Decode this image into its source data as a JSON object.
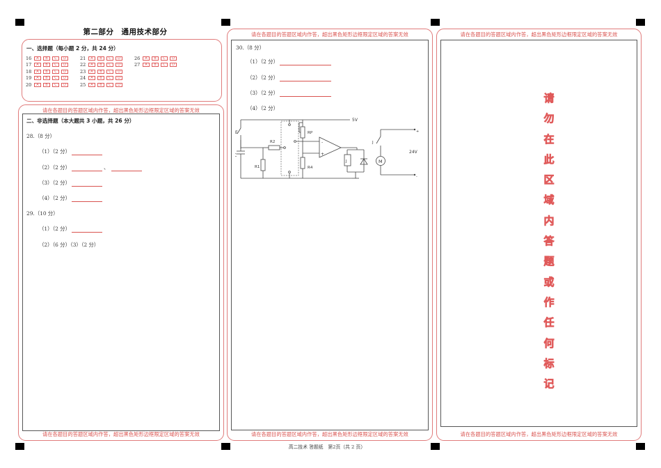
{
  "page": {
    "title": "第二部分　通用技术部分",
    "warning": "请在各题目的答题区域内作答，超出黑色矩形边框限定区域的答案无效",
    "footer": "高二技术 答题纸　第2页（共 2 页）"
  },
  "choice_section": {
    "heading": "一、选择题（每小题 2 分，共 24 分）",
    "options": [
      "A",
      "B",
      "C",
      "D"
    ],
    "columns": [
      {
        "questions": [
          "16",
          "17",
          "18",
          "19",
          "20"
        ]
      },
      {
        "questions": [
          "21",
          "22",
          "23",
          "24",
          "25"
        ]
      },
      {
        "questions": [
          "26",
          "27"
        ]
      }
    ]
  },
  "non_choice_section": {
    "heading": "二、非选择题（本大题共 3 小题，共 26 分）",
    "q28": {
      "label": "28.（8 分）",
      "items": [
        {
          "label": "（1）（2 分）"
        },
        {
          "label": "（2）（2 分）",
          "separator": "、"
        },
        {
          "label": "（3）（2 分）"
        },
        {
          "label": "（4）（2 分）"
        }
      ]
    },
    "q29": {
      "label": "29.（10 分）",
      "items": [
        {
          "label": "（1）（2 分）"
        },
        {
          "label": "（2）（6 分）（3）（2 分）"
        }
      ]
    }
  },
  "q30": {
    "label": "30.（8 分）",
    "items": [
      {
        "label": "（1）（2 分）"
      },
      {
        "label": "（2）（2 分）"
      },
      {
        "label": "（3）（2 分）"
      },
      {
        "label": "（4）（2 分）"
      }
    ],
    "circuit": {
      "supply_label": "5V",
      "motor_supply_label": "24V",
      "components": [
        "E",
        "C",
        "R1",
        "R2",
        "RP",
        "R4",
        "J",
        "M"
      ],
      "plus_sign": "+",
      "minus_sign": "-",
      "terminal_plus": "+",
      "terminal_minus": "-"
    }
  },
  "restricted_area": {
    "text": [
      "请",
      "勿",
      "在",
      "此",
      "区",
      "域",
      "内",
      "答",
      "题",
      "或",
      "作",
      "任",
      "何",
      "标",
      "记"
    ]
  },
  "colors": {
    "accent_red": "#e05a5a",
    "border_red": "#e07b7b",
    "frame_gray": "#555555",
    "marker_black": "#000000"
  }
}
